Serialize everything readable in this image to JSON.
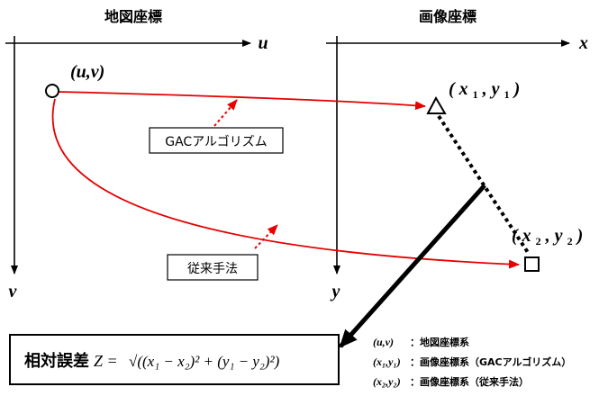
{
  "titles": {
    "map": "地図座標",
    "image": "画像座標"
  },
  "axes": {
    "map_x": "u",
    "map_y": "v",
    "image_x": "x",
    "image_y": "y"
  },
  "points": {
    "uv": "(u,v)",
    "x1": "x",
    "y1": "y",
    "sub1": "1",
    "x2": "x",
    "y2": "y",
    "sub2": "2"
  },
  "methods": {
    "gac": "GACアルゴリズム",
    "conventional": "従来手法"
  },
  "error_box": {
    "label": "相対誤差",
    "formula_lhs": "Z =",
    "formula_rhs": "√((x₁ − x₂)² + (y₁ − y₂)²)"
  },
  "legend": [
    {
      "symbol": "(u,v)",
      "text": "：地図座標系"
    },
    {
      "symbol": "(x₁,y₁)",
      "text": "：画像座標系（GACアルゴリズム）"
    },
    {
      "symbol": "(x₂,y₂)",
      "text": "：画像座標系（従来手法）"
    }
  ],
  "colors": {
    "mapping_arrow": "#e60000",
    "ink": "#000000"
  }
}
